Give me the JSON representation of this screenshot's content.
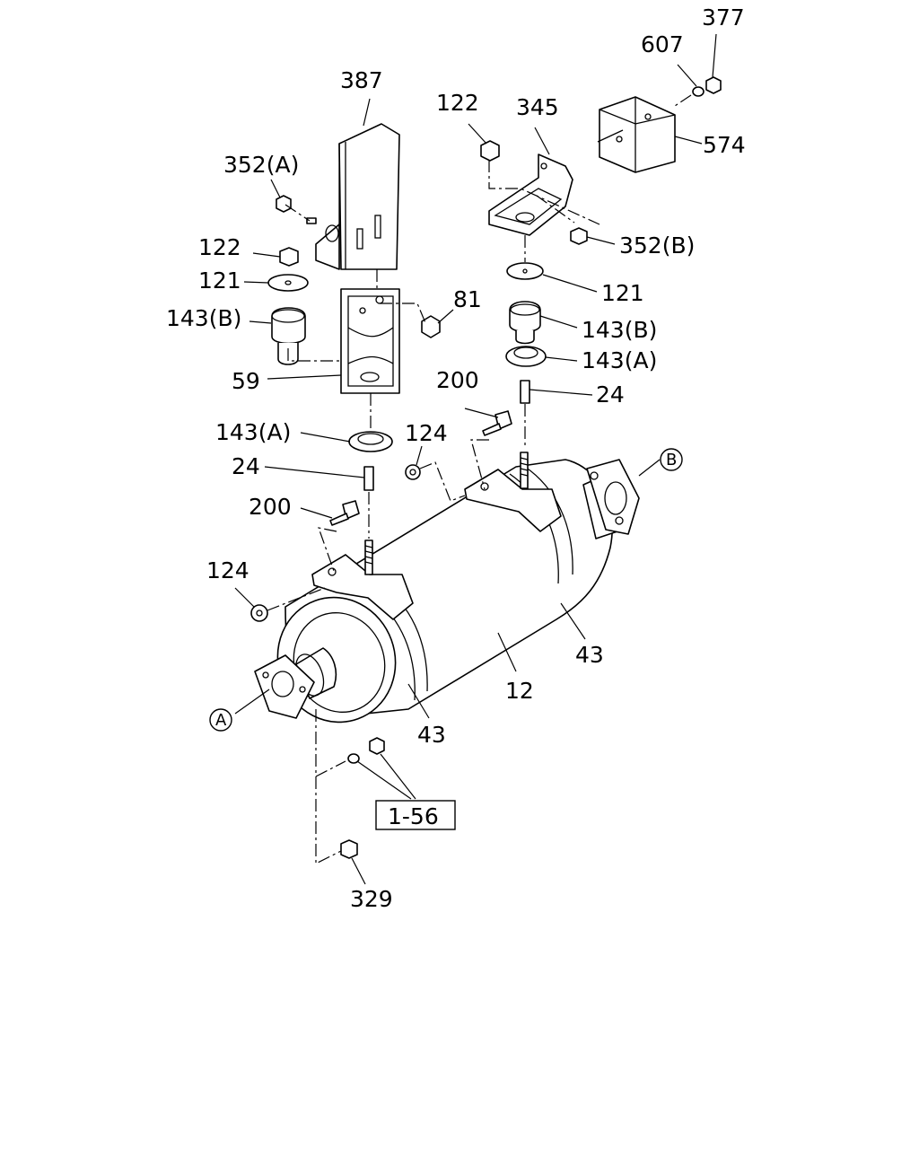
{
  "callouts": [
    {
      "id": "c377",
      "text": "377"
    },
    {
      "id": "c607",
      "text": "607"
    },
    {
      "id": "c387",
      "text": "387"
    },
    {
      "id": "c122a",
      "text": "122"
    },
    {
      "id": "c345",
      "text": "345"
    },
    {
      "id": "c574",
      "text": "574"
    },
    {
      "id": "c352a",
      "text": "352(A)"
    },
    {
      "id": "c352b",
      "text": "352(B)"
    },
    {
      "id": "c122b",
      "text": "122"
    },
    {
      "id": "c121a",
      "text": "121"
    },
    {
      "id": "c121b",
      "text": "121"
    },
    {
      "id": "c143ba",
      "text": "143(B)"
    },
    {
      "id": "c143bb",
      "text": "143(B)"
    },
    {
      "id": "c81",
      "text": "81"
    },
    {
      "id": "c143ab",
      "text": "143(A)"
    },
    {
      "id": "c59",
      "text": "59"
    },
    {
      "id": "c200a",
      "text": "200"
    },
    {
      "id": "c24b",
      "text": "24"
    },
    {
      "id": "c143aa",
      "text": "143(A)"
    },
    {
      "id": "c124a",
      "text": "124"
    },
    {
      "id": "c24a",
      "text": "24"
    },
    {
      "id": "c200b",
      "text": "200"
    },
    {
      "id": "c124b",
      "text": "124"
    },
    {
      "id": "c43a",
      "text": "43"
    },
    {
      "id": "c12",
      "text": "12"
    },
    {
      "id": "c43b",
      "text": "43"
    },
    {
      "id": "c156",
      "text": "1-56"
    },
    {
      "id": "c329",
      "text": "329"
    }
  ],
  "connection_markers": [
    {
      "id": "A",
      "text": "A"
    },
    {
      "id": "B",
      "text": "B"
    }
  ]
}
